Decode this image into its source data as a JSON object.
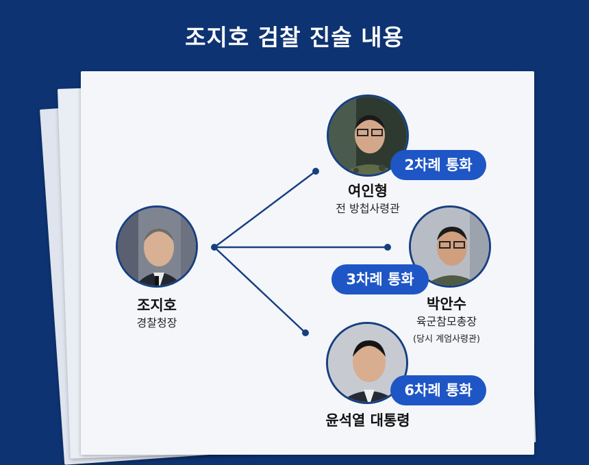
{
  "title": "조지호 검찰 진술 내용",
  "colors": {
    "background": "#0e3372",
    "paper": "#f4f6fa",
    "line": "#173f80",
    "badge": "#1e56c5"
  },
  "center_person": {
    "name": "조지호",
    "role": "경찰청장"
  },
  "contacts": [
    {
      "name": "여인형",
      "role": "전 방첩사령관",
      "calls": "2차례 통화"
    },
    {
      "name": "박안수",
      "role": "육군참모총장",
      "note": "(당시 계엄사령관)",
      "calls": "3차례 통화"
    },
    {
      "name": "윤석열 대통령",
      "calls": "6차례 통화"
    }
  ]
}
